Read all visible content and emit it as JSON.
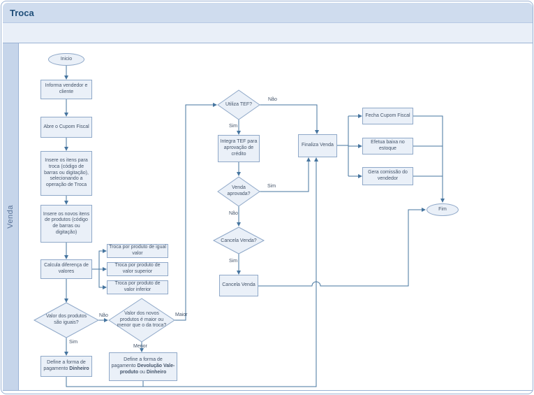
{
  "header": {
    "title": "Troca"
  },
  "lane": {
    "label": "Venda"
  },
  "nodes": {
    "inicio": {
      "label": "Inicio"
    },
    "informa": {
      "label": "Informa vendedor e cliente"
    },
    "abre_cupom": {
      "label": "Abre o Cupom Fiscal"
    },
    "insere_troca": {
      "label": "Insere os itens para troca (código de barras ou digitação), selecionando a operação de Troca"
    },
    "insere_novos": {
      "label": "Insere os novos itens de produtos (código de barras ou digitação)"
    },
    "calcula": {
      "label": "Calcula diferença de valores"
    },
    "troca_igual": {
      "label": "Troca por produto de igual valor"
    },
    "troca_superior": {
      "label": "Troca por produto de valor superior"
    },
    "troca_inferior": {
      "label": "Troca por produto de valor inferior"
    },
    "valor_iguais": {
      "label": "Valor dos produtos são iguais?"
    },
    "valor_maior_menor": {
      "label": "Valor dos novos produtos é maior ou menor que o da troca?"
    },
    "define_dinheiro": {
      "pre": "Define a forma de pagamento",
      "bold": "Dinheiro"
    },
    "define_devolucao": {
      "pre": "Define a forma de pagamento",
      "bold1": "Devolução Vale-produto",
      "mid": "ou",
      "bold2": "Dinheiro"
    },
    "utiliza_tef": {
      "label": "Utiliza TEF?"
    },
    "integra_tef": {
      "label": "Integra TEF para aprovação de crédito"
    },
    "venda_aprovada": {
      "label": "Venda aprovada?"
    },
    "cancela_venda_q": {
      "label": "Cancela Venda?"
    },
    "cancela_venda": {
      "label": "Cancela Venda"
    },
    "finaliza": {
      "label": "Finaliza Venda"
    },
    "fecha_cupom": {
      "label": "Fecha Cupom Fiscal"
    },
    "efetua_baixa": {
      "label": "Efetua baixa no estoque"
    },
    "gera_comissao": {
      "label": "Gera comissão do vendedor"
    },
    "fim": {
      "label": "Fim"
    }
  },
  "edges": {
    "iguais_sim": "Sim",
    "iguais_nao": "Não",
    "maior": "Maior",
    "menor": "Menor",
    "tef_nao": "Não",
    "tef_sim": "Sim",
    "aprovada_sim": "Sim",
    "aprovada_nao": "Não",
    "cancela_sim": "Sim"
  },
  "colors": {
    "title_bar": "#CFDCEE",
    "sub_band": "#E9EFF8",
    "lane_bg": "#C6D5EA",
    "node_fill": "#EAF0F8",
    "node_border": "#8FA8C8",
    "node_text": "#44546A",
    "connector": "#46759F",
    "title_text": "#1F4E79"
  }
}
